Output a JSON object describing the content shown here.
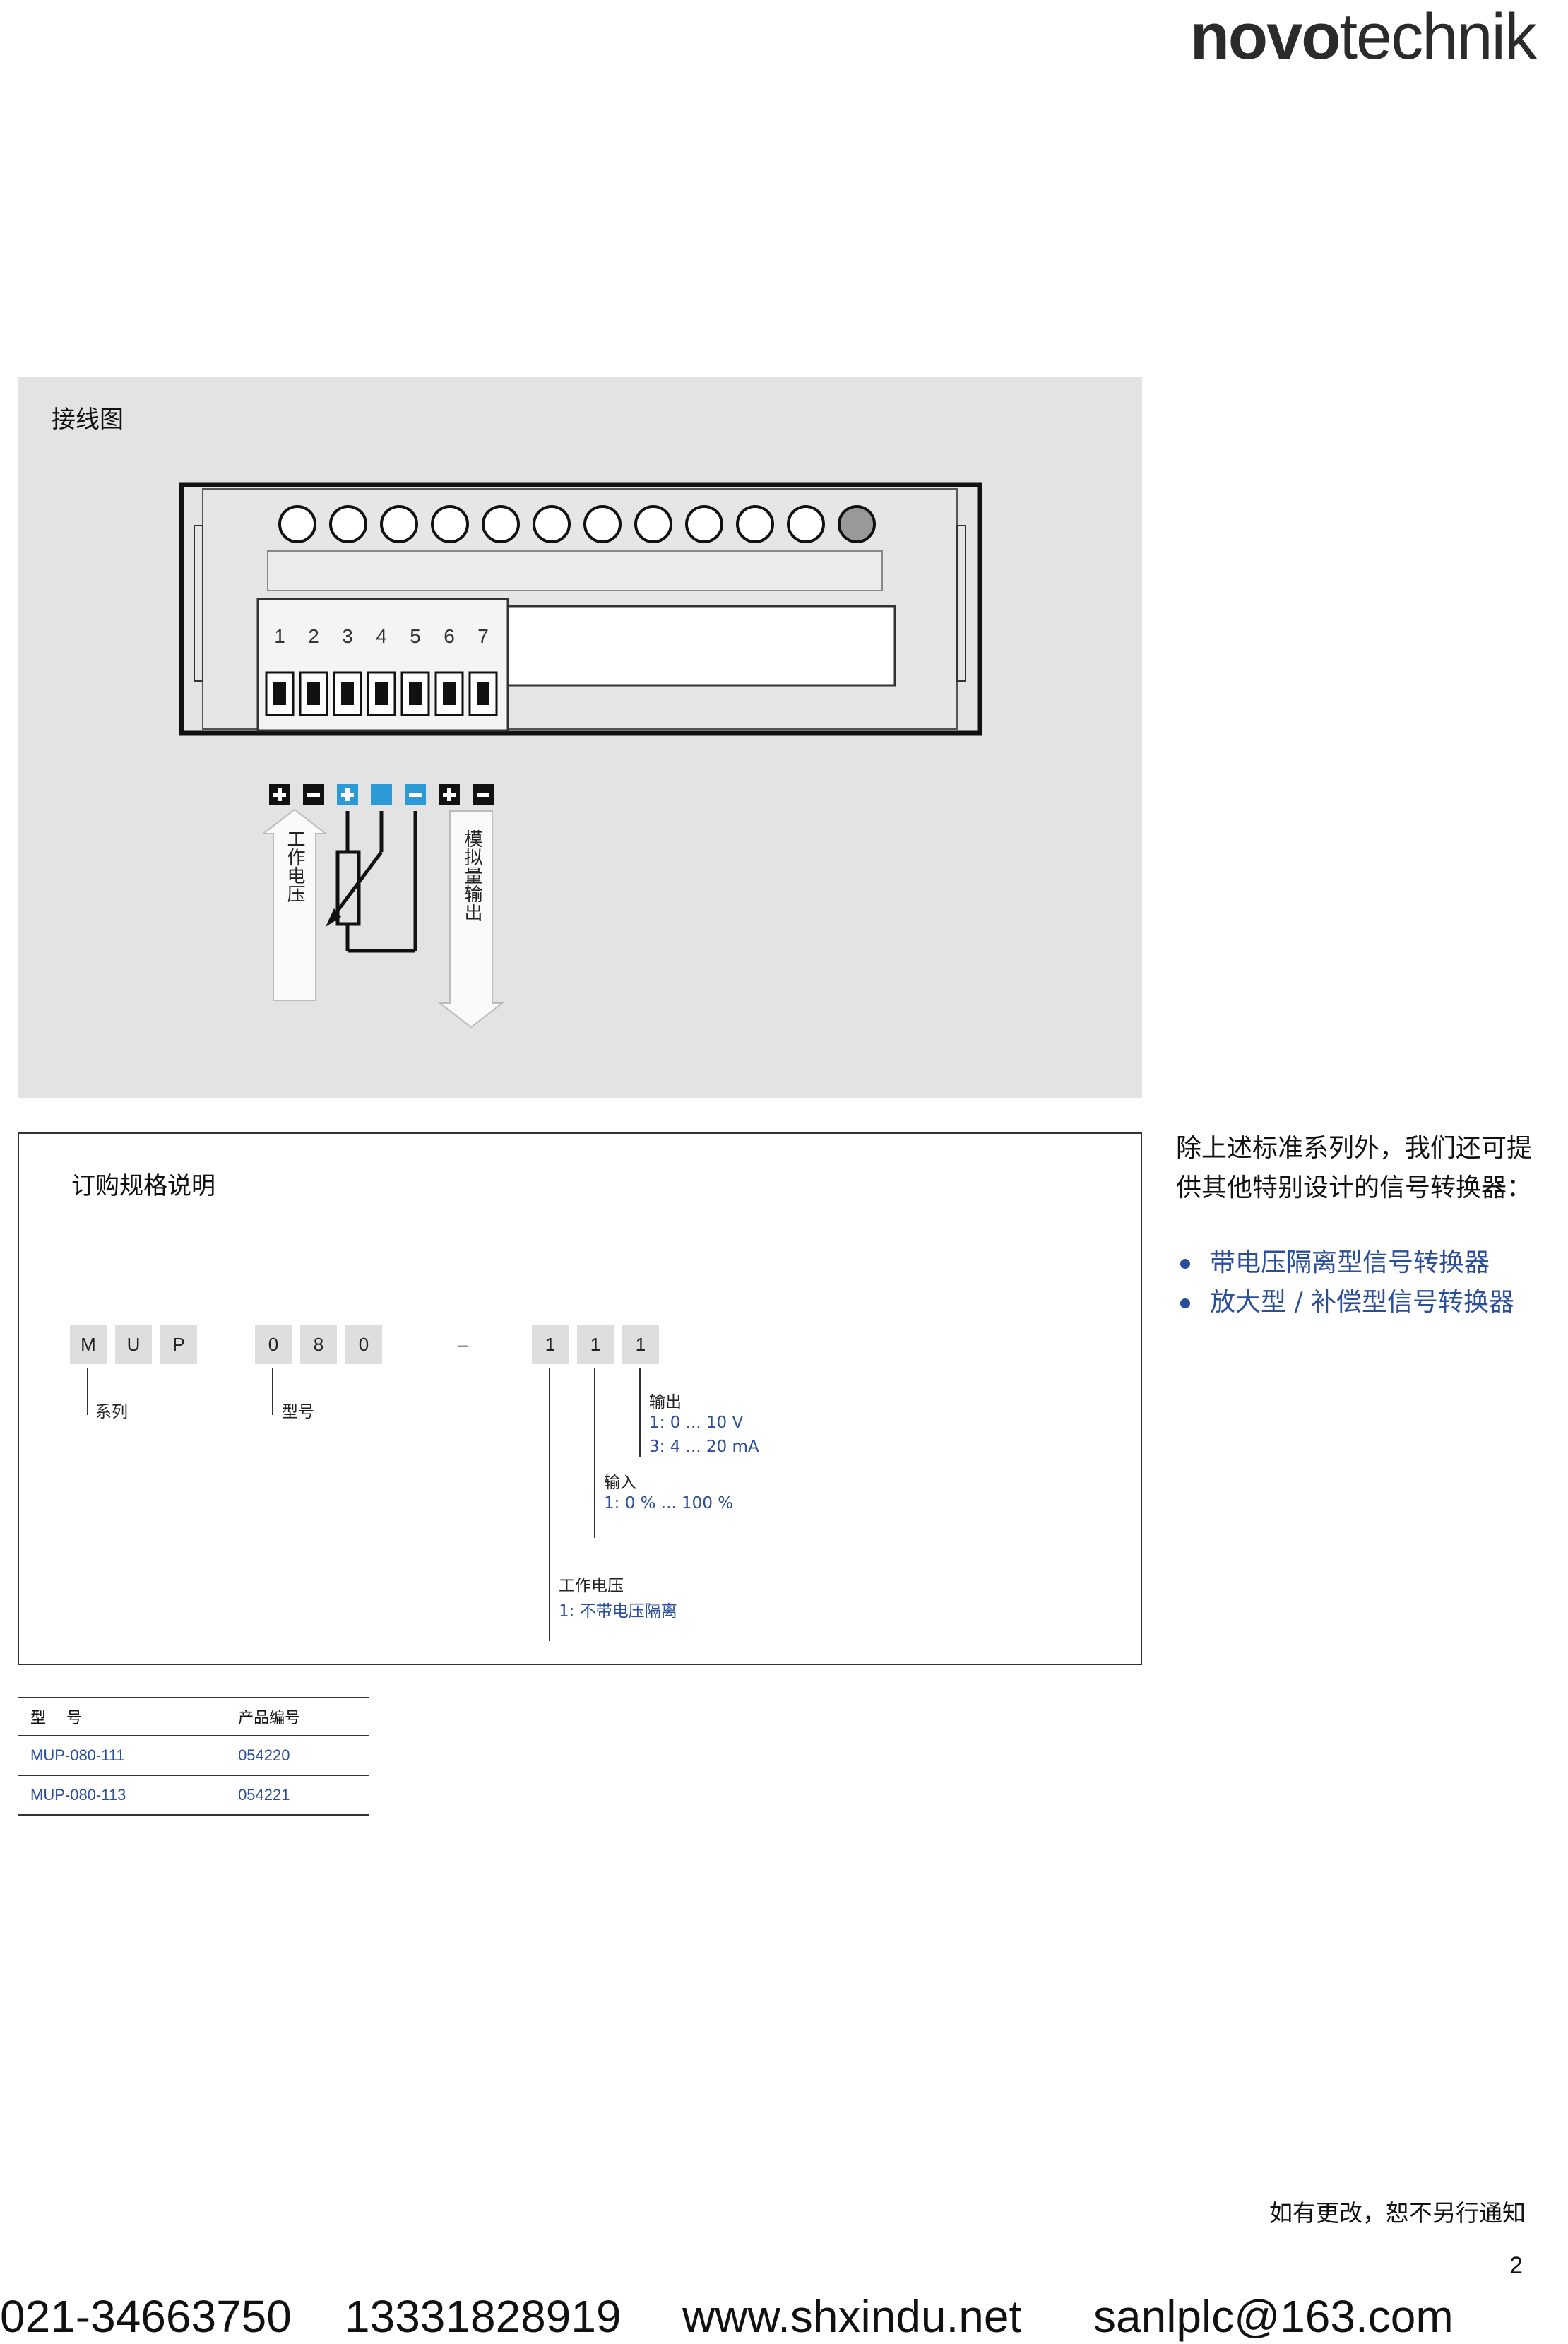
{
  "brand": {
    "bold": "novo",
    "light": "technik"
  },
  "wiring": {
    "title": "接线图",
    "terminal_numbers": [
      "1",
      "2",
      "3",
      "4",
      "5",
      "6",
      "7"
    ],
    "supply_label": "工作电压",
    "output_label": "模拟量输出"
  },
  "ordering": {
    "title": "订购规格说明",
    "code": [
      "M",
      "U",
      "P",
      "0",
      "8",
      "0",
      "–",
      "1",
      "1",
      "1"
    ],
    "series_label": "系列",
    "model_label": "型号",
    "output_title": "输出",
    "output_opt1": "1: 0 ... 10 V",
    "output_opt2": "3: 4 ... 20 mA",
    "input_title": "输入",
    "input_opt1": "1: 0 % ... 100 %",
    "power_title": "工作电压",
    "power_opt1": "1: 不带电压隔离"
  },
  "side": {
    "note": "除上述标准系列外，我们还可提供其他特别设计的信号转换器：",
    "items": [
      "带电压隔离型信号转换器",
      "放大型 / 补偿型信号转换器"
    ]
  },
  "products": {
    "headers": [
      "型　 号",
      "产品编号"
    ],
    "rows": [
      [
        "MUP-080-111",
        "054220"
      ],
      [
        "MUP-080-113",
        "054221"
      ]
    ]
  },
  "footer": {
    "notice": "如有更改，恕不另行通知",
    "page": "2",
    "phone1": "021-34663750",
    "phone2": "13331828919",
    "web": "www.shxindu.net",
    "email": "sanlplc@163.com"
  },
  "colors": {
    "accent_blue": "#2a4e9a",
    "terminal_blue": "#2b9ad6",
    "panel_gray": "#e3e3e3"
  }
}
